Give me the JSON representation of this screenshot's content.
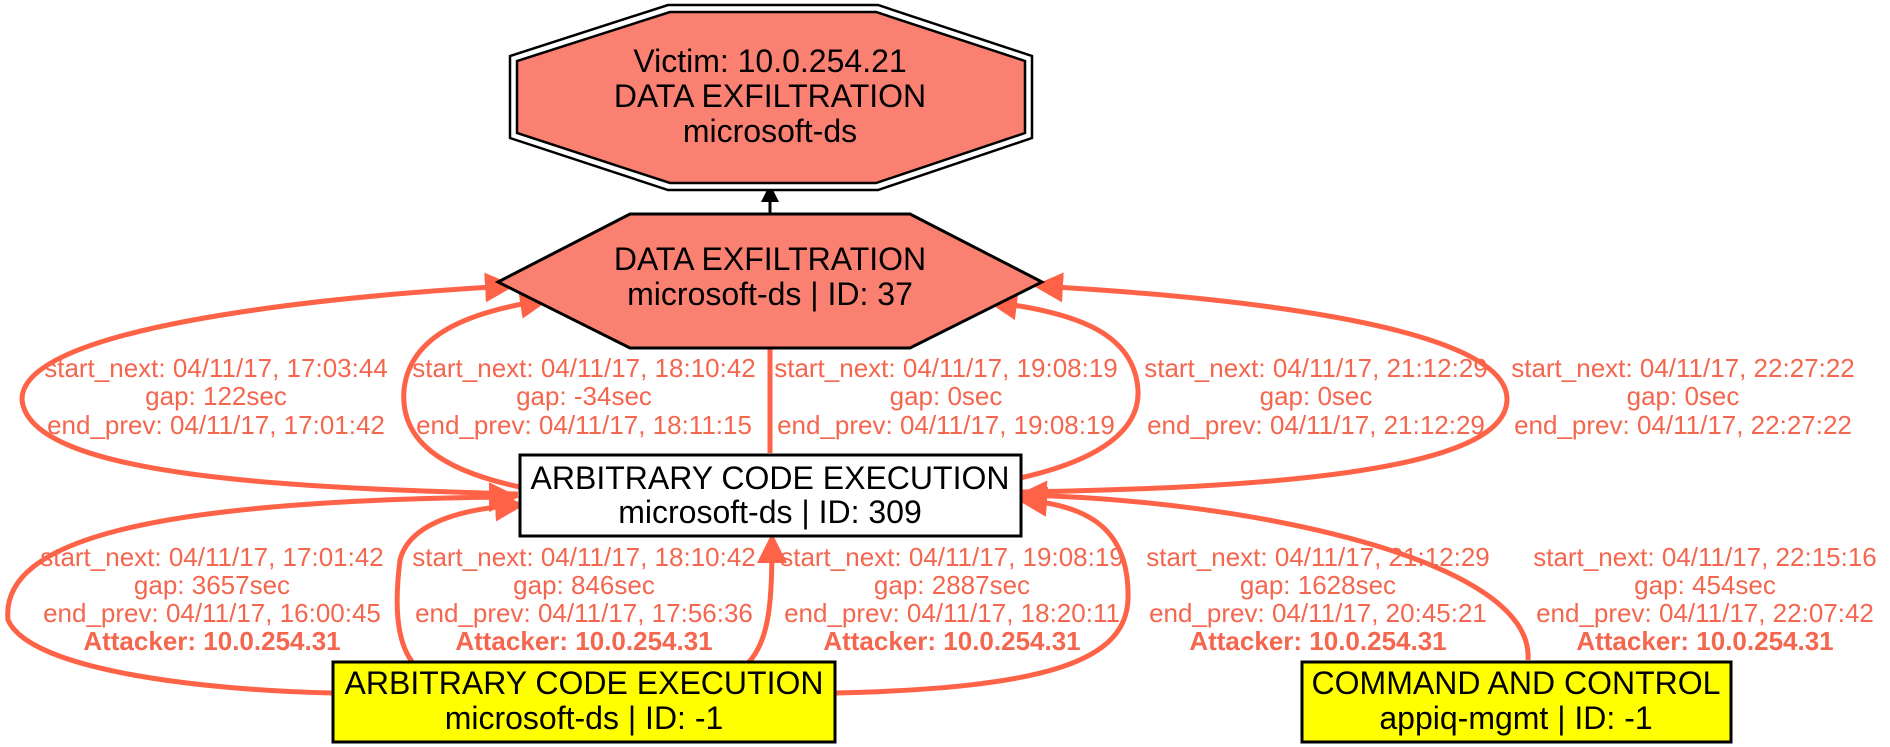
{
  "colors": {
    "edge": "#ff6347",
    "edge_label": "#f4664e",
    "hex_fill": "#fa8072",
    "attacker_fill": "#ffff00",
    "stroke": "#000000"
  },
  "nodes": {
    "victim": {
      "shape": "double-octagon",
      "lines": [
        "Victim: 10.0.254.21",
        "DATA EXFILTRATION",
        "microsoft-ds"
      ]
    },
    "exfil": {
      "shape": "hexagon",
      "lines": [
        "DATA EXFILTRATION",
        "microsoft-ds | ID: 37"
      ]
    },
    "ace": {
      "shape": "box",
      "lines": [
        "ARBITRARY CODE EXECUTION",
        "microsoft-ds | ID: 309"
      ]
    },
    "attacker_ace": {
      "shape": "box",
      "lines": [
        "ARBITRARY CODE EXECUTION",
        "microsoft-ds | ID: -1"
      ]
    },
    "attacker_cc": {
      "shape": "box",
      "lines": [
        "COMMAND AND CONTROL",
        "appiq-mgmt | ID: -1"
      ]
    }
  },
  "edges_upper": [
    {
      "start_next": "start_next: 04/11/17, 17:03:44",
      "gap": "gap: 122sec",
      "end_prev": "end_prev: 04/11/17, 17:01:42"
    },
    {
      "start_next": "start_next: 04/11/17, 18:10:42",
      "gap": "gap: -34sec",
      "end_prev": "end_prev: 04/11/17, 18:11:15"
    },
    {
      "start_next": "start_next: 04/11/17, 19:08:19",
      "gap": "gap: 0sec",
      "end_prev": "end_prev: 04/11/17, 19:08:19"
    },
    {
      "start_next": "start_next: 04/11/17, 21:12:29",
      "gap": "gap: 0sec",
      "end_prev": "end_prev: 04/11/17, 21:12:29"
    },
    {
      "start_next": "start_next: 04/11/17, 22:27:22",
      "gap": "gap: 0sec",
      "end_prev": "end_prev: 04/11/17, 22:27:22"
    }
  ],
  "edges_lower": [
    {
      "start_next": "start_next: 04/11/17, 17:01:42",
      "gap": "gap: 3657sec",
      "end_prev": "end_prev: 04/11/17, 16:00:45",
      "attacker": "Attacker: 10.0.254.31"
    },
    {
      "start_next": "start_next: 04/11/17, 18:10:42",
      "gap": "gap: 846sec",
      "end_prev": "end_prev: 04/11/17, 17:56:36",
      "attacker": "Attacker: 10.0.254.31"
    },
    {
      "start_next": "start_next: 04/11/17, 19:08:19",
      "gap": "gap: 2887sec",
      "end_prev": "end_prev: 04/11/17, 18:20:11",
      "attacker": "Attacker: 10.0.254.31"
    },
    {
      "start_next": "start_next: 04/11/17, 21:12:29",
      "gap": "gap: 1628sec",
      "end_prev": "end_prev: 04/11/17, 20:45:21",
      "attacker": "Attacker: 10.0.254.31"
    },
    {
      "start_next": "start_next: 04/11/17, 22:15:16",
      "gap": "gap: 454sec",
      "end_prev": "end_prev: 04/11/17, 22:07:42",
      "attacker": "Attacker: 10.0.254.31"
    }
  ]
}
